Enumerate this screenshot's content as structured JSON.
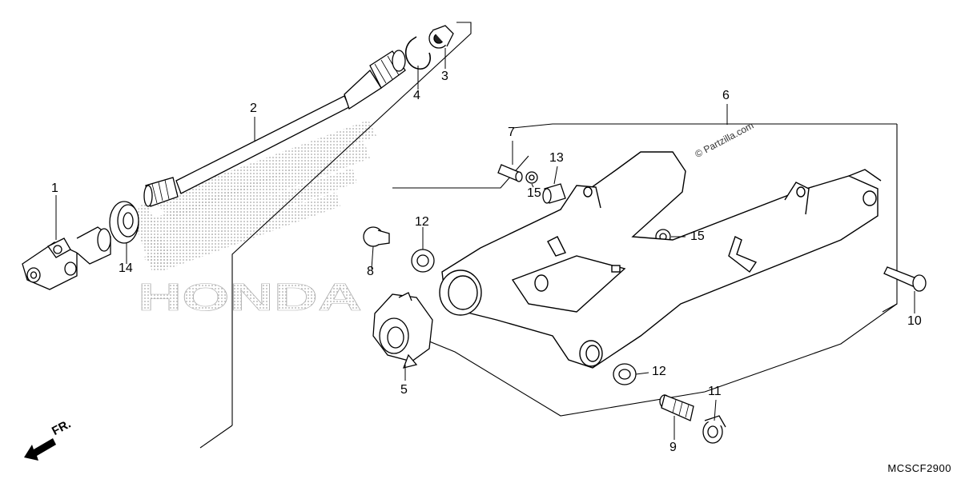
{
  "watermark": {
    "brand": "HONDA",
    "copyright": "© Partzilla.com"
  },
  "callouts": {
    "c1": "1",
    "c2": "2",
    "c3": "3",
    "c4": "4",
    "c5": "5",
    "c6": "6",
    "c7": "7",
    "c8": "8",
    "c9": "9",
    "c10": "10",
    "c11": "11",
    "c12a": "12",
    "c12b": "12",
    "c13": "13",
    "c14": "14",
    "c15a": "15",
    "c15b": "15"
  },
  "front_indicator": {
    "label": "FR."
  },
  "diagram_code": "MCSCF2900",
  "colors": {
    "ink": "#000000",
    "watermark": "#9a9a9a"
  }
}
